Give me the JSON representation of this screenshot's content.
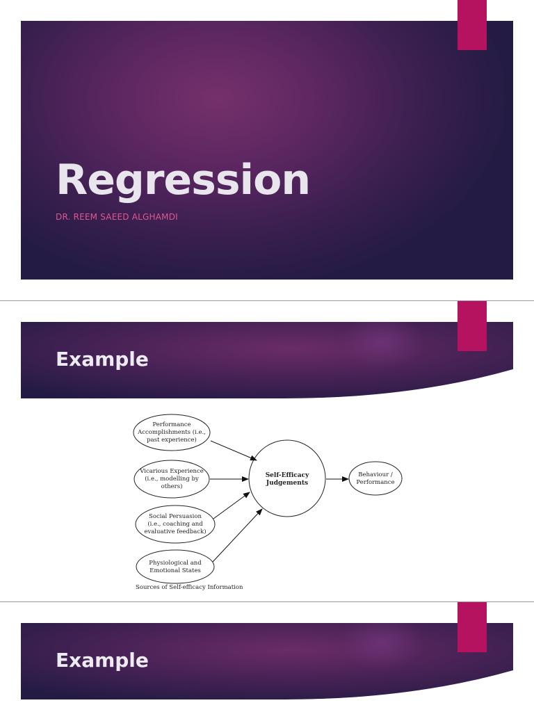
{
  "slide1": {
    "title": "Regression",
    "subtitle": "DR. REEM SAEED ALGHAMDI"
  },
  "slide2": {
    "title": "Example",
    "diagram": {
      "sources": [
        [
          "Performance",
          "Accomplishments (i.e.,",
          "past experience)"
        ],
        [
          "Vicarious Experience",
          "(i.e., modelling by",
          "others)"
        ],
        [
          "Social Persuasion",
          "(i.e., coaching and",
          "evaluative feedback)"
        ],
        [
          "Physiological and",
          "Emotional States"
        ]
      ],
      "center": [
        "Self-Efficacy",
        "Judgements"
      ],
      "outcome": [
        "Behaviour /",
        "Performance"
      ],
      "caption": "Sources of Self-efficacy Information"
    }
  },
  "slide3": {
    "title": "Example"
  },
  "colors": {
    "accent": "#b5135f",
    "subtitle": "#e0588f",
    "panel_dark": "#231b43",
    "panel_light": "#75306b"
  }
}
